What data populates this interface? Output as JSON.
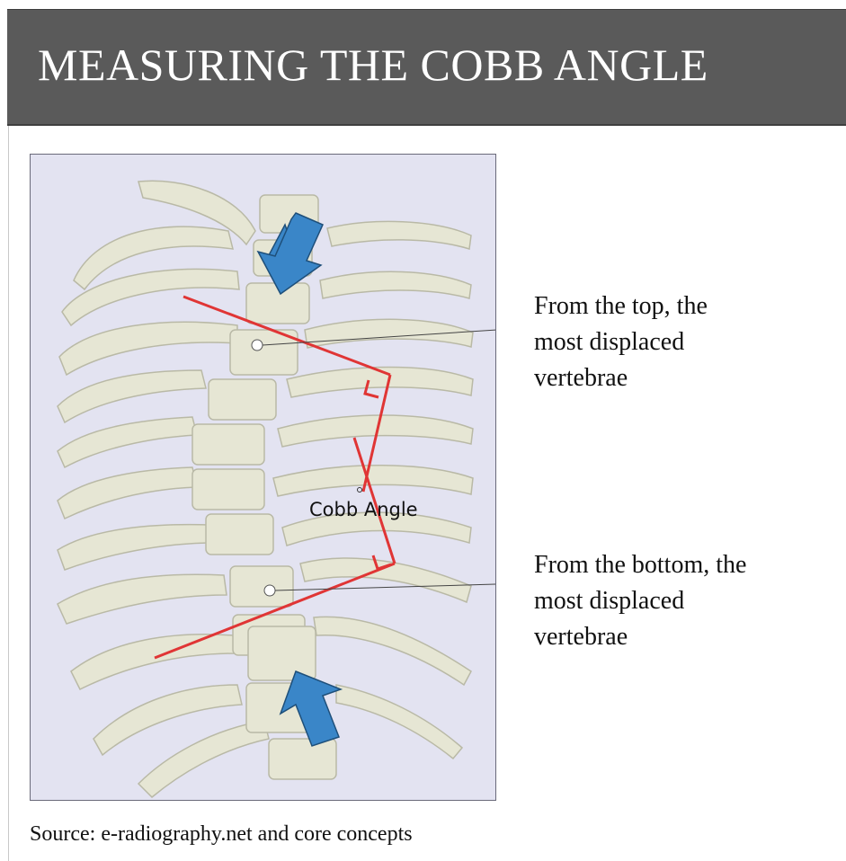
{
  "header": {
    "title": "MEASURING THE COBB ANGLE"
  },
  "figure": {
    "angle_label": "Cobb Angle",
    "colors": {
      "background": "#e3e3f1",
      "bone": "#e6e6d4",
      "bone_outline": "#b9b9a6",
      "line": "#e03535",
      "arrow": "#3a86c8"
    }
  },
  "callouts": {
    "top": {
      "lines": [
        "From the top, the",
        "most displaced",
        "vertebrae"
      ]
    },
    "bottom": {
      "lines": [
        "From the bottom, the",
        "most displaced",
        "vertebrae"
      ]
    }
  },
  "source": {
    "text": "Source:  e-radiography.net and core concepts"
  }
}
